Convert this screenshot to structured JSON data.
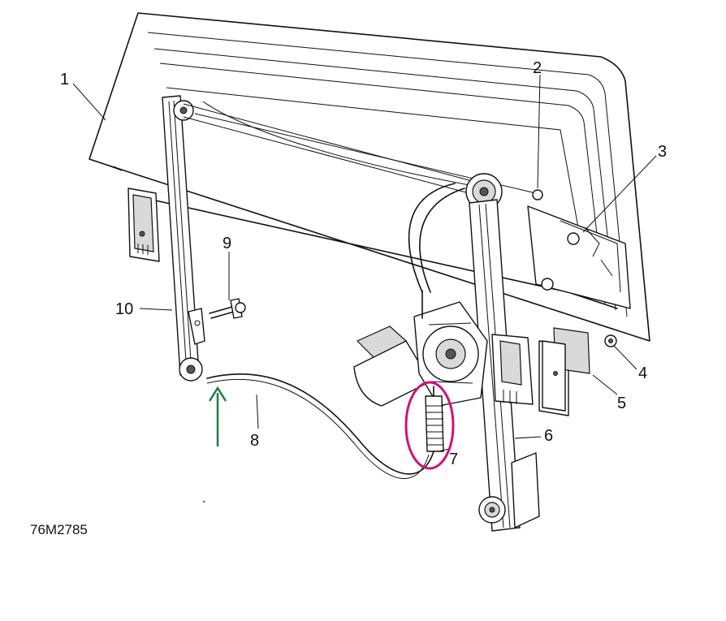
{
  "figure": {
    "reference_code": "76M2785",
    "callouts": [
      "1",
      "2",
      "3",
      "4",
      "5",
      "6",
      "7",
      "8",
      "9",
      "10"
    ]
  },
  "annotations": {
    "arrow_color": "#1a7a3e",
    "ellipse_color": "#d0117a"
  }
}
